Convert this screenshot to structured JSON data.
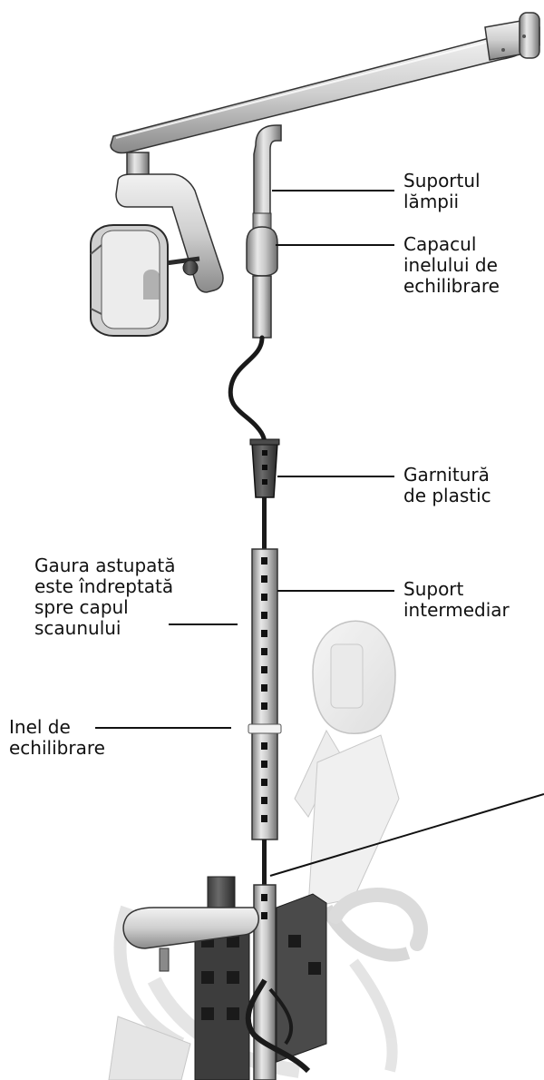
{
  "labels": {
    "lamp_support": "Suportul\nlămpii",
    "balance_ring_cap": "Capacul\ninelului de\nechilibrare",
    "plastic_gasket": "Garnitură\nde plastic",
    "intermediate_support": "Suport\nintermediar",
    "plugged_hole": "Gaura astupată\neste îndreptată\nspre capul\nscaunului",
    "balance_ring": "Inel de\nechilibrare"
  }
}
